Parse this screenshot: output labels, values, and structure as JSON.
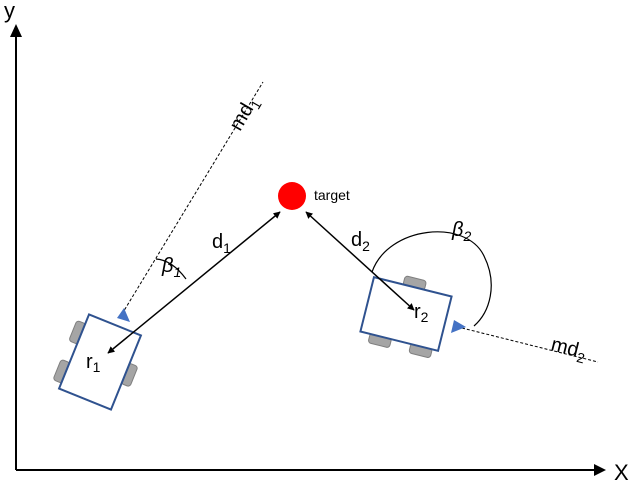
{
  "axes": {
    "x_label": "X",
    "y_label": "y"
  },
  "target": {
    "label": "target",
    "color": "#ff0000"
  },
  "robot1": {
    "label": "r",
    "label_sub": "1",
    "distance_label": "d",
    "distance_sub": "1",
    "angle_label": "β",
    "angle_sub": "1",
    "direction_label": "md",
    "direction_sub": "1"
  },
  "robot2": {
    "label": "r",
    "label_sub": "2",
    "distance_label": "d",
    "distance_sub": "2",
    "angle_label": "β",
    "angle_sub": "2",
    "direction_label": "md",
    "direction_sub": "2"
  },
  "colors": {
    "robot_body": "#2f528f",
    "wheel": "#a5a5a5",
    "heading": "#4472c4",
    "line": "#000000"
  }
}
